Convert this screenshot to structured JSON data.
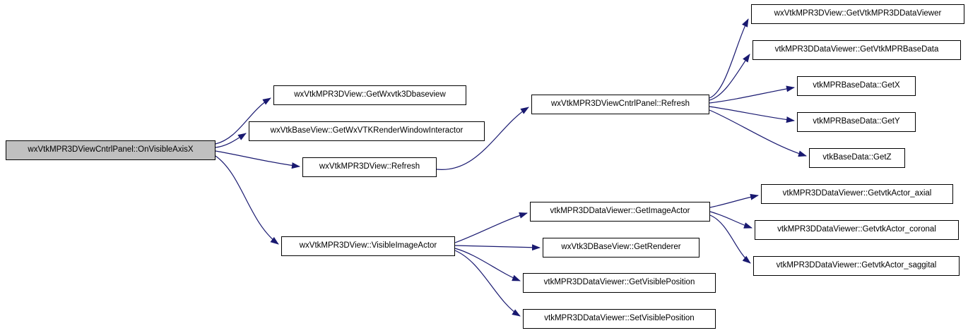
{
  "diagram": {
    "type": "call-graph",
    "colors": {
      "edge": "#191970",
      "node_border": "#000000",
      "node_fill": "#ffffff",
      "root_node_fill": "#c0c0c0",
      "background": "#ffffff",
      "text": "#000000"
    },
    "nodes": [
      {
        "id": "onvisibleaxisx",
        "label": "wxVtkMPR3DViewCntrlPanel::OnVisibleAxisX",
        "highlighted": true
      },
      {
        "id": "getwxvtk3dbaseview",
        "label": "wxVtkMPR3DView::GetWxvtk3Dbaseview",
        "highlighted": false
      },
      {
        "id": "getwxvtkrwi",
        "label": "wxVtkBaseView::GetWxVTKRenderWindowInteractor",
        "highlighted": false
      },
      {
        "id": "view-refresh",
        "label": "wxVtkMPR3DView::Refresh",
        "highlighted": false
      },
      {
        "id": "visibleimageactor",
        "label": "wxVtkMPR3DView::VisibleImageActor",
        "highlighted": false
      },
      {
        "id": "cntrlpanel-refresh",
        "label": "wxVtkMPR3DViewCntrlPanel::Refresh",
        "highlighted": false
      },
      {
        "id": "getimageactor",
        "label": "vtkMPR3DDataViewer::GetImageActor",
        "highlighted": false
      },
      {
        "id": "getrenderer",
        "label": "wxVtk3DBaseView::GetRenderer",
        "highlighted": false
      },
      {
        "id": "getvisibleposition",
        "label": "vtkMPR3DDataViewer::GetVisiblePosition",
        "highlighted": false
      },
      {
        "id": "setvisibleposition",
        "label": "vtkMPR3DDataViewer::SetVisiblePosition",
        "highlighted": false
      },
      {
        "id": "getvtkmpr3ddataviewer",
        "label": "wxVtkMPR3DView::GetVtkMPR3DDataViewer",
        "highlighted": false
      },
      {
        "id": "getvtkmprbasedata",
        "label": "vtkMPR3DDataViewer::GetVtkMPRBaseData",
        "highlighted": false
      },
      {
        "id": "getx",
        "label": "vtkMPRBaseData::GetX",
        "highlighted": false
      },
      {
        "id": "gety",
        "label": "vtkMPRBaseData::GetY",
        "highlighted": false
      },
      {
        "id": "getz",
        "label": "vtkBaseData::GetZ",
        "highlighted": false
      },
      {
        "id": "getvtkactor-axial",
        "label": "vtkMPR3DDataViewer::GetvtkActor_axial",
        "highlighted": false
      },
      {
        "id": "getvtkactor-coronal",
        "label": "vtkMPR3DDataViewer::GetvtkActor_coronal",
        "highlighted": false
      },
      {
        "id": "getvtkactor-saggital",
        "label": "vtkMPR3DDataViewer::GetvtkActor_saggital",
        "highlighted": false
      }
    ],
    "edges": [
      {
        "from": "onvisibleaxisx",
        "to": "getwxvtk3dbaseview"
      },
      {
        "from": "onvisibleaxisx",
        "to": "getwxvtkrwi"
      },
      {
        "from": "onvisibleaxisx",
        "to": "view-refresh"
      },
      {
        "from": "onvisibleaxisx",
        "to": "visibleimageactor"
      },
      {
        "from": "view-refresh",
        "to": "cntrlpanel-refresh"
      },
      {
        "from": "cntrlpanel-refresh",
        "to": "getvtkmpr3ddataviewer"
      },
      {
        "from": "cntrlpanel-refresh",
        "to": "getvtkmprbasedata"
      },
      {
        "from": "cntrlpanel-refresh",
        "to": "getx"
      },
      {
        "from": "cntrlpanel-refresh",
        "to": "gety"
      },
      {
        "from": "cntrlpanel-refresh",
        "to": "getz"
      },
      {
        "from": "visibleimageactor",
        "to": "getimageactor"
      },
      {
        "from": "visibleimageactor",
        "to": "getrenderer"
      },
      {
        "from": "visibleimageactor",
        "to": "getvisibleposition"
      },
      {
        "from": "visibleimageactor",
        "to": "setvisibleposition"
      },
      {
        "from": "getimageactor",
        "to": "getvtkactor-axial"
      },
      {
        "from": "getimageactor",
        "to": "getvtkactor-coronal"
      },
      {
        "from": "getimageactor",
        "to": "getvtkactor-saggital"
      }
    ]
  }
}
